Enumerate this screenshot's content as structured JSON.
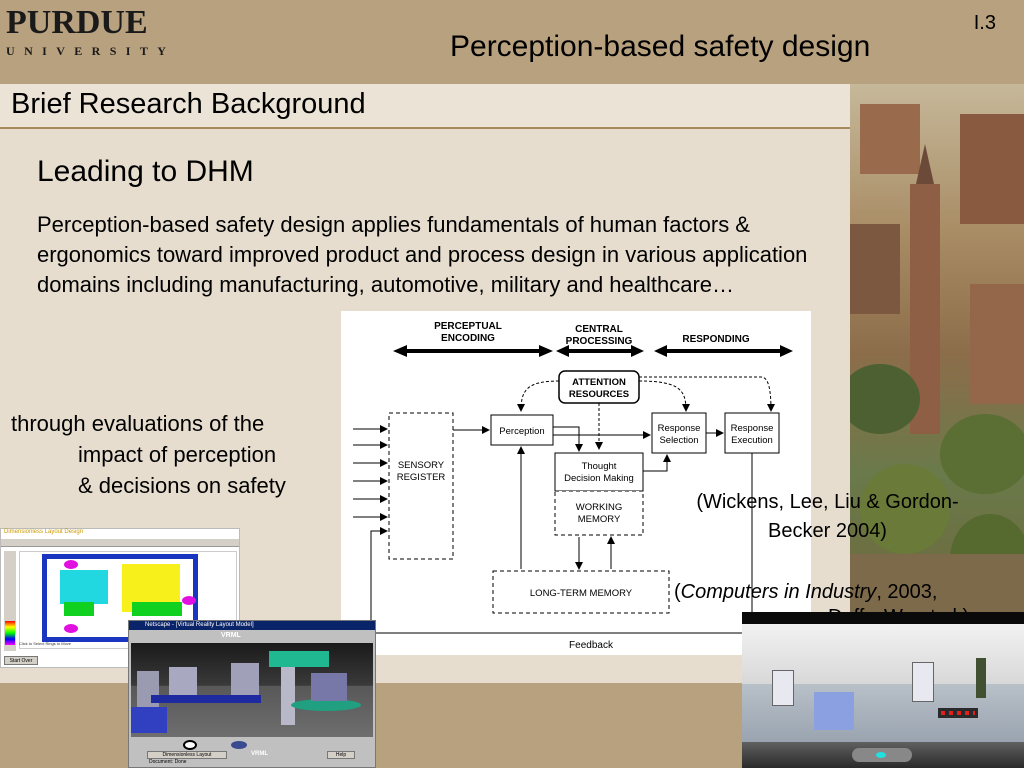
{
  "header": {
    "logo_name": "PURDUE",
    "logo_sub": "UNIVERSITY",
    "slide_number": "I.3",
    "title": "Perception-based safety design"
  },
  "section": {
    "title": "Brief Research Background"
  },
  "body": {
    "lead": "Leading to DHM",
    "paragraph": "Perception-based safety design applies fundamentals of human factors & ergonomics toward improved product and process design in various application domains including manufacturing, automotive, military and healthcare…",
    "through_lines": [
      "through evaluations of the",
      "impact of perception",
      "& decisions on safety"
    ]
  },
  "diagram": {
    "perceptual_encoding": [
      "PERCEPTUAL",
      "ENCODING"
    ],
    "central_processing": [
      "CENTRAL",
      "PROCESSING"
    ],
    "responding": "RESPONDING",
    "attention": [
      "ATTENTION",
      "RESOURCES"
    ],
    "sensory": [
      "SENSORY",
      "REGISTER"
    ],
    "perception": "Perception",
    "thought": [
      "Thought",
      "Decision Making"
    ],
    "working_memory": [
      "WORKING",
      "MEMORY"
    ],
    "response_selection": [
      "Response",
      "Selection"
    ],
    "response_execution": [
      "Response",
      "Execution"
    ],
    "long_term_memory": "LONG-TERM MEMORY",
    "feedback": "Feedback"
  },
  "citations": {
    "wickens_line1": "(Wickens, Lee, Liu & Gordon-",
    "wickens_line2": "Becker 2004)",
    "journal_open": "(",
    "journal_name": "Computers in Industry",
    "journal_rest": ", 2003,",
    "journal_line2": "Duffy, Wu et.al.)"
  },
  "screenshots": {
    "shot1_title": "Dimensionless Layout Design",
    "shot1_status": "Click to Select Rings to Move",
    "shot1_button": "Start Over",
    "shot2_title": "Netscape - [Virtual Reality Layout Model]",
    "shot2_brand": "VRML",
    "shot2_button_layout": "Dimensionless Layout",
    "shot2_button_help": "Help",
    "shot2_status": "Document: Done"
  },
  "colors": {
    "header_band": "#b8a17e",
    "body_bg": "#e6ddcf",
    "rule": "#a68a5c"
  }
}
